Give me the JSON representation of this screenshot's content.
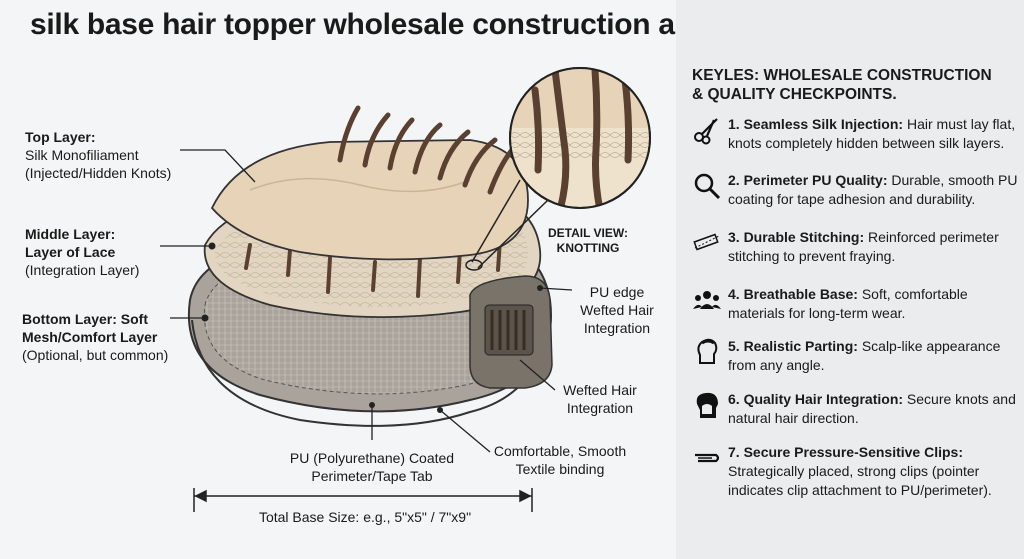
{
  "title": "silk base hair topper wholesale construction and key checkpoints",
  "panel": {
    "heading_line1": "KEYLES: WHOLESALE CONSTRUCTION",
    "heading_line2": "& QUALITY CHECKPOINTS.",
    "items": [
      {
        "icon": "scissors-icon",
        "label": "1. Seamless Silk Injection:",
        "text": " Hair must lay flat, knots completely hidden between silk layers."
      },
      {
        "icon": "magnifier-icon",
        "label": "2. Perimeter PU Quality:",
        "text": " Durable, smooth PU coating for tape adhesion and durability."
      },
      {
        "icon": "stitching-icon",
        "label": "3. Durable Stitching:",
        "text": " Reinforced perimeter stitching to prevent fraying."
      },
      {
        "icon": "people-icon",
        "label": "4. Breathable Base:",
        "text": " Soft, comfortable materials for long-term wear."
      },
      {
        "icon": "head-profile-icon",
        "label": "5. Realistic Parting:",
        "text": " Scalp-like appearance from any angle."
      },
      {
        "icon": "hair-head-icon",
        "label": "6. Quality Hair Integration:",
        "text": " Secure knots and natural hair direction."
      },
      {
        "icon": "clip-icon",
        "label": "7. Secure Pressure-Sensitive Clips:",
        "text": " Strategically placed, strong clips (pointer indicates clip attachment to PU/perimeter)."
      }
    ]
  },
  "labels": {
    "top_layer_title": "Top Layer:",
    "top_layer_l1": "Silk Monofiliament",
    "top_layer_l2": "(Injected/Hidden Knots)",
    "middle_title_l1": "Middle Layer:",
    "middle_title_l2": "Layer of Lace",
    "middle_l3": "(Integration Layer)",
    "bottom_title_l1": "Bottom Layer: Soft",
    "bottom_title_l2": "Mesh/Comfort Layer",
    "bottom_l3": "(Optional, but common)",
    "detail_l1": "DETAIL VIEW:",
    "detail_l2": "KNOTTING",
    "pu_edge_l1": "PU edge",
    "pu_edge_l2": "Wefted Hair",
    "pu_edge_l3": "Integration",
    "wefted_l1": "Wefted Hair",
    "wefted_l2": "Integration",
    "comfort_l1": "Comfortable, Smooth",
    "comfort_l2": "Textile binding",
    "pu_coated_l1": "PU (Polyurethane) Coated",
    "pu_coated_l2": "Perimeter/Tape Tab",
    "size": "Total Base Size: e.g., 5\"x5\" / 7\"x9\""
  },
  "colors": {
    "silk": "#e6d3b8",
    "lace": "#e2d5c2",
    "base": "#a9a39b",
    "hair": "#5a4030",
    "panel": "#eaecee"
  }
}
